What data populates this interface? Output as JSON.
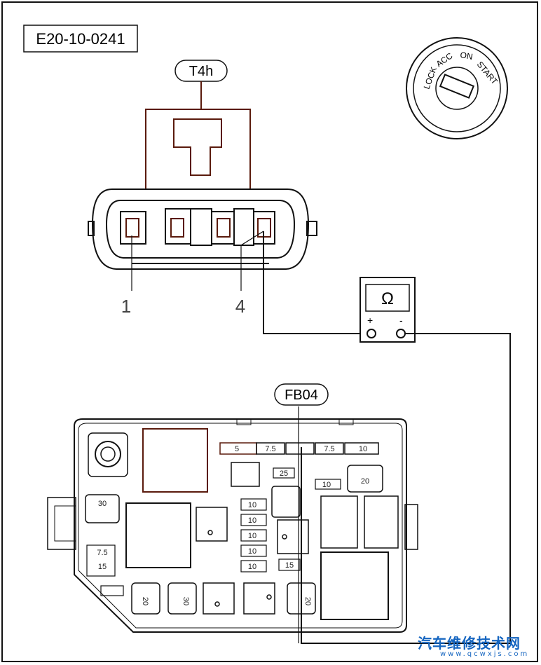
{
  "diagram_id": "E20-10-0241",
  "connector": {
    "name": "T4h",
    "pin1": "1",
    "pin4": "4"
  },
  "ignition": {
    "positions": [
      "LOCK",
      "ACC",
      "ON",
      "START"
    ]
  },
  "meter": {
    "symbol": "Ω",
    "plus": "+",
    "minus": "-"
  },
  "fusebox": {
    "name": "FB04",
    "top_row": [
      "5",
      "7.5",
      "",
      "7.5",
      "10"
    ],
    "small": {
      "f25": "25",
      "f10": "10",
      "f20": "20",
      "f30": "30"
    },
    "column": [
      "10",
      "10",
      "10",
      "10",
      "10"
    ],
    "f15": "15",
    "left_pair": [
      "7.5",
      "15"
    ],
    "bottom": [
      "20",
      "30",
      "20"
    ]
  },
  "watermark": {
    "cn": "汽车维修技术网",
    "url": "www.qcwxjs.com"
  },
  "colors": {
    "line": "#111111",
    "wire": "#5a1a0c",
    "brand": "#1565c0"
  }
}
